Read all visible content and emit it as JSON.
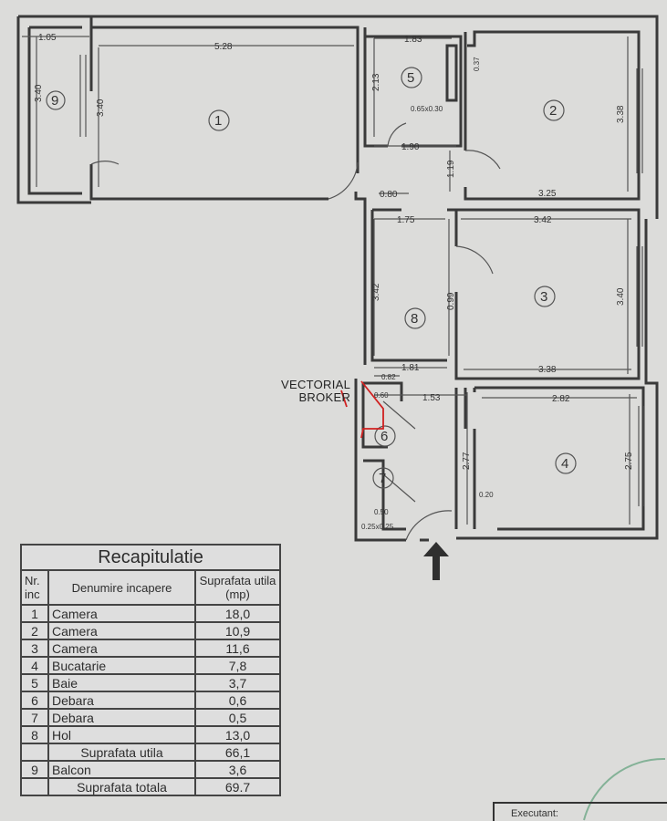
{
  "plan": {
    "rooms": [
      "1",
      "2",
      "3",
      "4",
      "5",
      "6",
      "7",
      "8",
      "9"
    ],
    "dimensions": {
      "balcony_width": "1.05",
      "balcony_height": "3.40",
      "room1_width": "5.28",
      "room1_height": "3.40",
      "room5_width": "1.83",
      "room5_height": "2.13",
      "room5_niche": "0.65x0.30",
      "room5_bottom": "1.90",
      "room2_top_small": "0.37",
      "room2_height": "3.38",
      "room2_width": "3.25",
      "passage": "1.19",
      "door_width": "0.80",
      "hall_width": "1.75",
      "room8_height": "3.42",
      "room3_top": "3.42",
      "room3_height": "3.40",
      "room3_bottom": "3.38",
      "hall_door": "0.99",
      "hall_bottom": "1.81",
      "debara_width": "0.82",
      "debara6": "0.60",
      "corridor": "1.53",
      "kitchen_width": "2.82",
      "kitchen_height": "2.75",
      "corridor_height": "2.77",
      "kitchen_niche": "0.20",
      "debara7_width": "0.50",
      "debara7_niche": "0.25x0.25"
    }
  },
  "watermark": {
    "line1": "VECTORIAL",
    "line2": "BROKER"
  },
  "table": {
    "title": "Recapitulatie",
    "headers": {
      "nr": "Nr. inc",
      "name": "Denumire incapere",
      "area": "Suprafata utila (mp)"
    },
    "rows": [
      {
        "nr": "1",
        "name": "Camera",
        "area": "18,0"
      },
      {
        "nr": "2",
        "name": "Camera",
        "area": "10,9"
      },
      {
        "nr": "3",
        "name": "Camera",
        "area": "11,6"
      },
      {
        "nr": "4",
        "name": "Bucatarie",
        "area": "7,8"
      },
      {
        "nr": "5",
        "name": "Baie",
        "area": "3,7"
      },
      {
        "nr": "6",
        "name": "Debara",
        "area": "0,6"
      },
      {
        "nr": "7",
        "name": "Debara",
        "area": "0,5"
      },
      {
        "nr": "8",
        "name": "Hol",
        "area": "13,0"
      }
    ],
    "subtotal_label": "Suprafata utila",
    "subtotal": "66,1",
    "balcony": {
      "nr": "9",
      "name": "Balcon",
      "area": "3,6"
    },
    "total_label": "Suprafata totala",
    "total": "69.7"
  },
  "executant_label": "Executant:"
}
